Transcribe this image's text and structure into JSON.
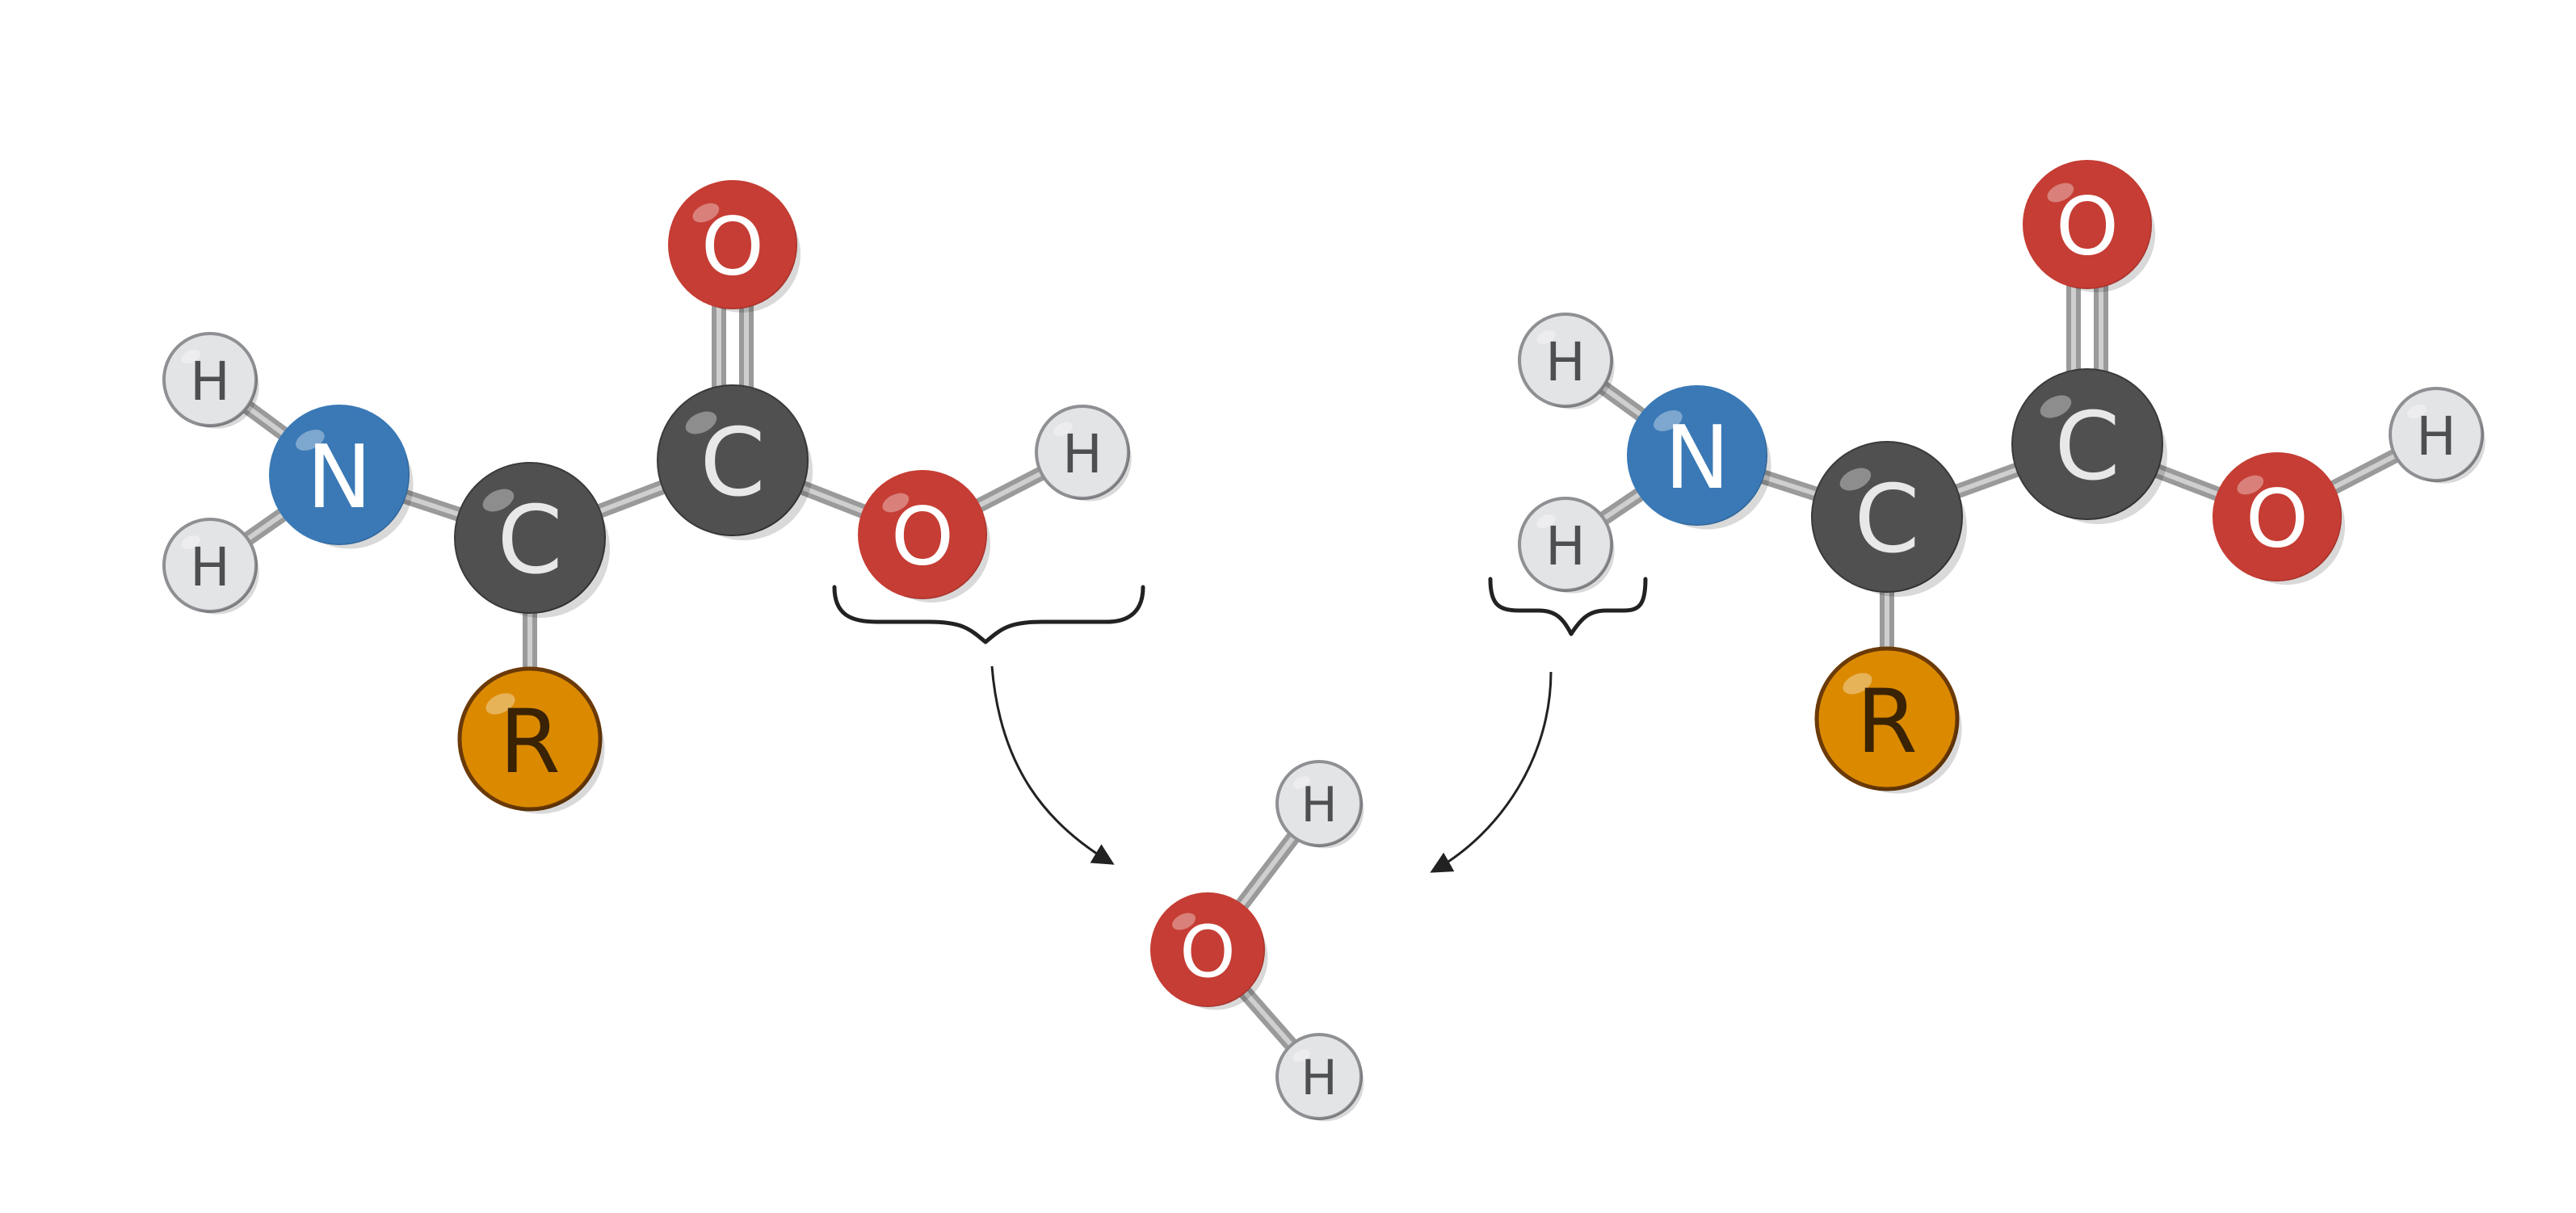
{
  "colors": {
    "background": "#ffffff",
    "bond": "#9a9a9a",
    "bond_highlight": "#cfcfcf",
    "arrow": "#222222",
    "atoms": {
      "H": {
        "fill": "#e3e4e6",
        "stroke": "#8f9093",
        "text": "#4e4f51"
      },
      "N": {
        "fill": "#3a79b6",
        "stroke": "#3a79b6",
        "text": "#ffffff"
      },
      "C": {
        "fill": "#505050",
        "stroke": "#3a3a3a",
        "text": "#e8e8e8"
      },
      "O": {
        "fill": "#c53d34",
        "stroke": "#c53d34",
        "text": "#ffffff"
      },
      "R": {
        "fill": "#db8a00",
        "stroke": "#6b3a08",
        "text": "#3a2305"
      }
    }
  },
  "molecules": [
    {
      "name": "amino-acid-1",
      "atoms": [
        {
          "id": "h1",
          "element": "H",
          "label": "H"
        },
        {
          "id": "h2",
          "element": "H",
          "label": "H"
        },
        {
          "id": "n",
          "element": "N",
          "label": "N"
        },
        {
          "id": "ca",
          "element": "C",
          "label": "C"
        },
        {
          "id": "r",
          "element": "R",
          "label": "R"
        },
        {
          "id": "c",
          "element": "C",
          "label": "C"
        },
        {
          "id": "o1",
          "element": "O",
          "label": "O"
        },
        {
          "id": "o2",
          "element": "O",
          "label": "O"
        },
        {
          "id": "h3",
          "element": "H",
          "label": "H"
        }
      ]
    },
    {
      "name": "amino-acid-2",
      "atoms": [
        {
          "id": "h1",
          "element": "H",
          "label": "H"
        },
        {
          "id": "h2",
          "element": "H",
          "label": "H"
        },
        {
          "id": "n",
          "element": "N",
          "label": "N"
        },
        {
          "id": "ca",
          "element": "C",
          "label": "C"
        },
        {
          "id": "r",
          "element": "R",
          "label": "R"
        },
        {
          "id": "c",
          "element": "C",
          "label": "C"
        },
        {
          "id": "o1",
          "element": "O",
          "label": "O"
        },
        {
          "id": "o2",
          "element": "O",
          "label": "O"
        },
        {
          "id": "h3",
          "element": "H",
          "label": "H"
        }
      ]
    },
    {
      "name": "water",
      "atoms": [
        {
          "id": "o",
          "element": "O",
          "label": "O"
        },
        {
          "id": "h1",
          "element": "H",
          "label": "H"
        },
        {
          "id": "h2",
          "element": "H",
          "label": "H"
        }
      ]
    }
  ]
}
